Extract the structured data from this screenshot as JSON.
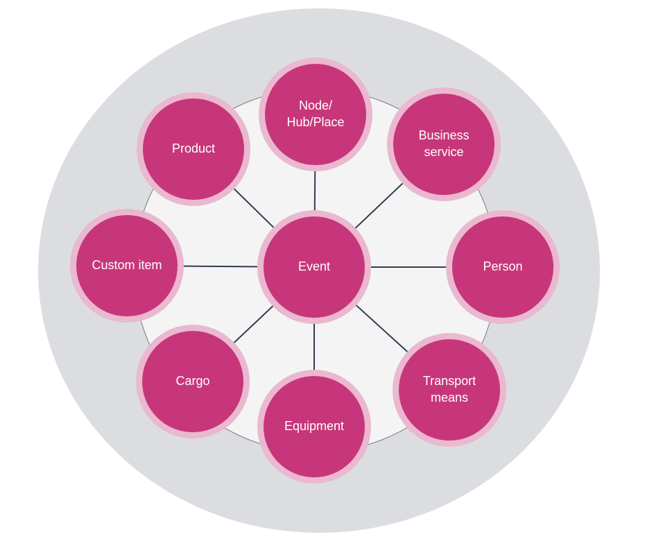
{
  "colors": {
    "outer_disc": "#dcdde1",
    "inner_disc": "#f4f4f4",
    "connector": "#2f3b52",
    "node_fill": "#c7367a",
    "node_ring": "#eab8cf",
    "label": "#ffffff"
  },
  "center": {
    "label": "Event"
  },
  "nodes": [
    {
      "id": "node-hub-place",
      "lines": [
        "Node/",
        "Hub/Place"
      ]
    },
    {
      "id": "business-service",
      "lines": [
        "Business",
        "service"
      ]
    },
    {
      "id": "person",
      "lines": [
        "Person"
      ]
    },
    {
      "id": "transport-means",
      "lines": [
        "Transport",
        "means"
      ]
    },
    {
      "id": "equipment",
      "lines": [
        "Equipment"
      ]
    },
    {
      "id": "cargo",
      "lines": [
        "Cargo"
      ]
    },
    {
      "id": "custom-item",
      "lines": [
        "Custom item"
      ]
    },
    {
      "id": "product",
      "lines": [
        "Product"
      ]
    }
  ]
}
